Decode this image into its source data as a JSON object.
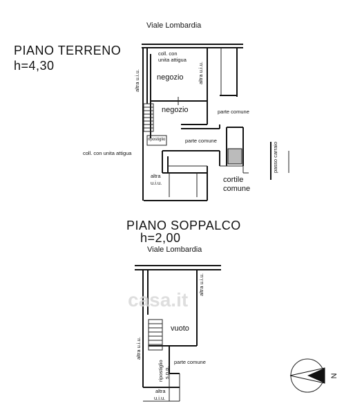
{
  "ground_floor": {
    "street": "Viale Lombardia",
    "title": "PIANO TERRENO",
    "height": "h=4,30",
    "rooms": {
      "negozio_1": "negozio",
      "negozio_2": "negozio",
      "parte_comune_1": "parte comune",
      "parte_comune_2": "parte comune",
      "cortile_1": "cortile",
      "cortile_2": "comune",
      "ripostiglio": "ripostiglio"
    },
    "notes": {
      "coll_unita_top_1": "coll. con",
      "coll_unita_top_2": "unita attigua",
      "coll_unita_mid": "coll. con unita attigua",
      "altra_uiu_left": "altra u.i.u.",
      "altra_uiu_right": "altra u.i.u.",
      "altra_bottom_1": "altra",
      "altra_bottom_2": "u.i.u.",
      "passo_carraio": "passo carraio"
    }
  },
  "mezzanine": {
    "title": "PIANO SOPPALCO",
    "height": "h=2,00",
    "street": "Viale Lombardia",
    "rooms": {
      "vuoto": "vuoto",
      "parte_comune": "parte comune",
      "ripostiglio": "ripostiglio",
      "spp": "s.p.p."
    },
    "notes": {
      "altra_uiu_left": "altra u.i.u.",
      "altra_uiu_right": "altra u.i.u.",
      "altra_bottom_1": "altra",
      "altra_bottom_2": "u.i.u."
    }
  },
  "north_arrow": {
    "label": "N"
  },
  "watermark": "casa.it"
}
